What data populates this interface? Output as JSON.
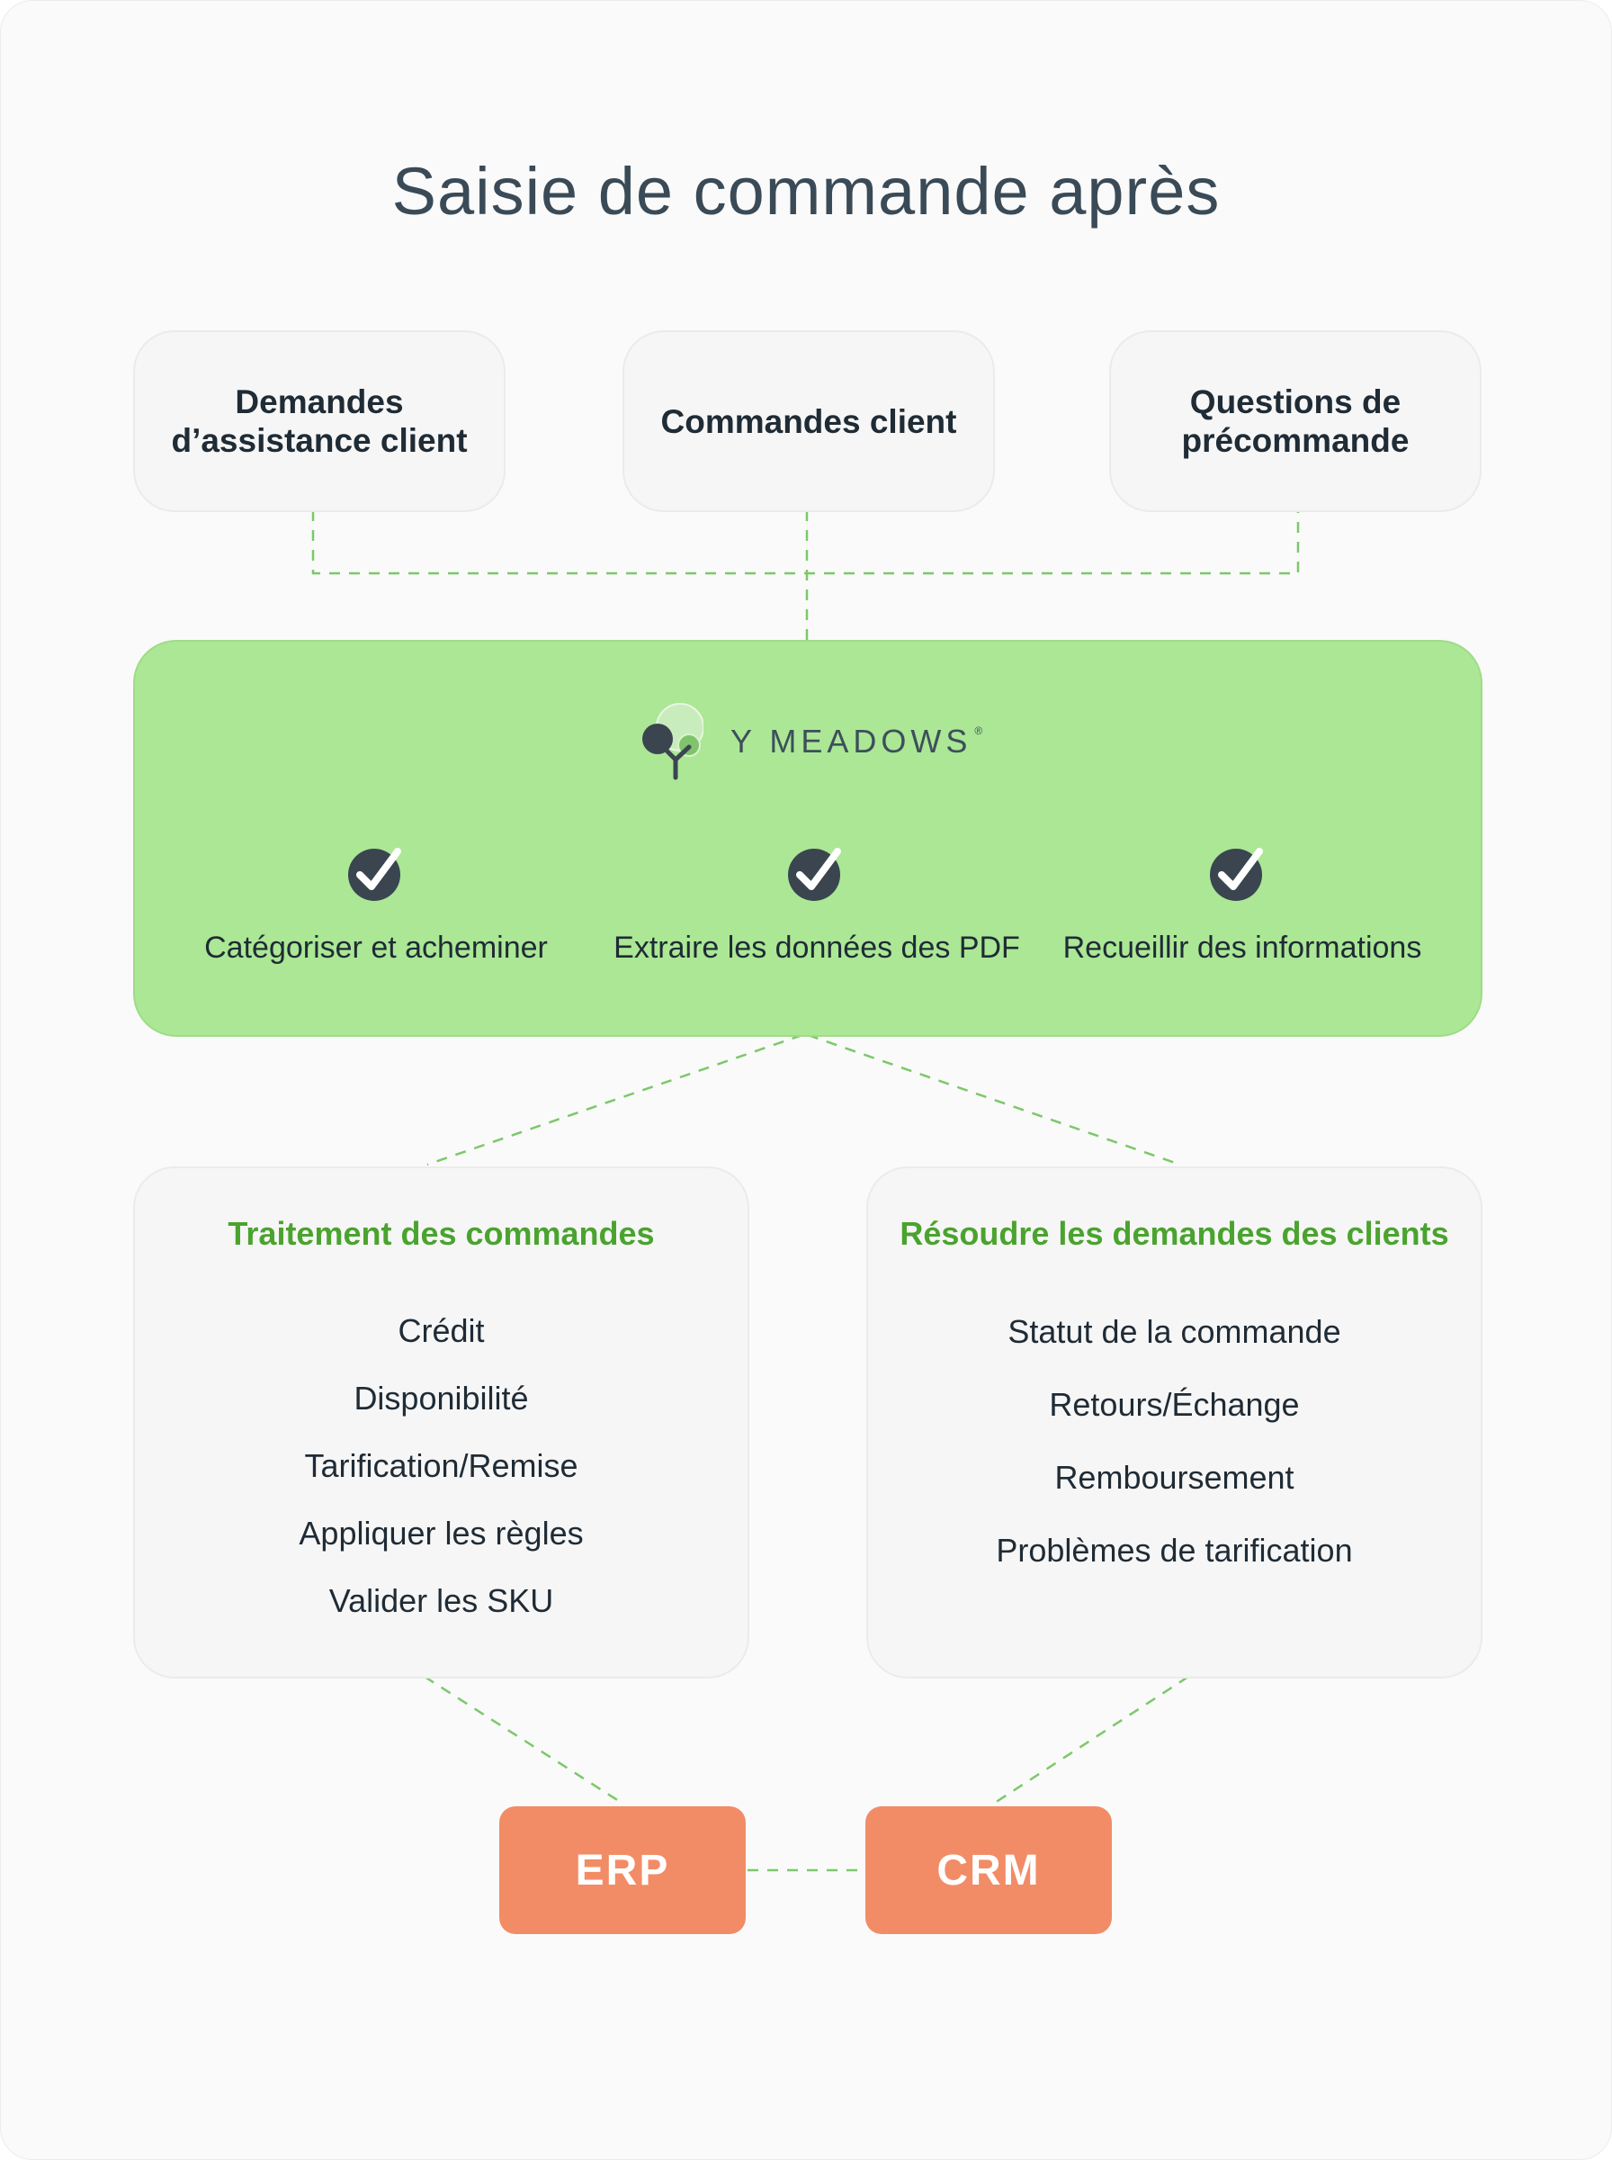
{
  "title": "Saisie de commande après",
  "sources": [
    {
      "label": "Demandes\nd’assistance client"
    },
    {
      "label": "Commandes client"
    },
    {
      "label": "Questions de\nprécommande"
    }
  ],
  "hub": {
    "brand": "Y MEADOWS",
    "registered": "®",
    "features": [
      {
        "label": "Catégoriser et acheminer",
        "icon": "check-badge-icon"
      },
      {
        "label": "Extraire les données des PDF",
        "icon": "check-badge-icon"
      },
      {
        "label": "Recueillir des informations",
        "icon": "check-badge-icon"
      }
    ]
  },
  "order_processing": {
    "title": "Traitement des commandes",
    "items": [
      "Crédit",
      "Disponibilité",
      "Tarification/Remise",
      "Appliquer les règles",
      "Valider les SKU"
    ]
  },
  "customer_requests": {
    "title": "Résoudre les demandes des clients",
    "items": [
      "Statut de la commande",
      "Retours/Échange",
      "Remboursement",
      "Problèmes de tarification"
    ]
  },
  "systems": {
    "erp": "ERP",
    "crm": "CRM"
  },
  "colors": {
    "hub_fill": "#abe795",
    "accent_green": "#4aa32e",
    "connector": "#7cc86a",
    "system_fill": "#f28c66",
    "title_text": "#3a4a57",
    "check_dark": "#3a4550"
  }
}
